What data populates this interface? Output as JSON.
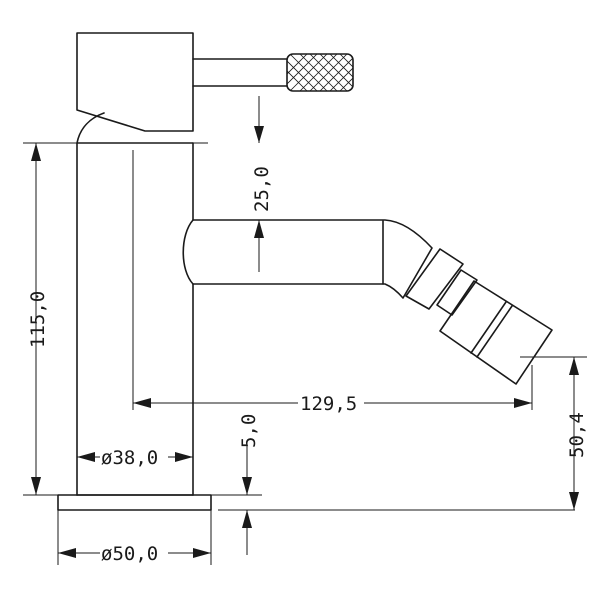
{
  "dimensions": {
    "handle_to_spout": "25,0",
    "body_height": "115,0",
    "spout_reach": "129,5",
    "body_diameter": "ø38,0",
    "base_thickness": "5,0",
    "outlet_height": "50,4",
    "base_diameter": "ø50,0"
  },
  "colors": {
    "line": "#1a1a1a",
    "background": "#ffffff"
  }
}
